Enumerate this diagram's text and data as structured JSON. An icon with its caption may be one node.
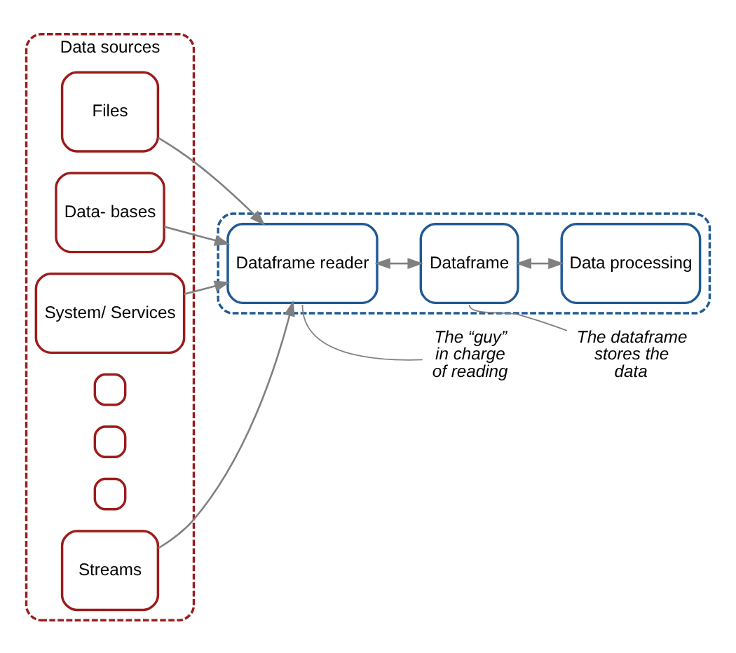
{
  "diagram": {
    "nodes": [
      {
        "text": [
          "Data sources"
        ]
      },
      {
        "text": [
          "Files"
        ],
        "in": 0
      },
      {
        "text": [
          "Data- bases"
        ],
        "in": 0
      },
      {
        "text": [
          "System/ Services"
        ],
        "in": 0
      },
      {
        "text": [],
        "shape": "box",
        "in": 0
      },
      {
        "text": [],
        "shape": "box",
        "in": 0
      },
      {
        "text": [],
        "shape": "box",
        "in": 0
      },
      {
        "text": [
          "Streams"
        ],
        "in": 0
      },
      {
        "text": [],
        "shape": "box"
      },
      {
        "text": [
          "Dataframe reader"
        ],
        "in": 8
      },
      {
        "text": [
          "Dataframe"
        ],
        "in": 8
      },
      {
        "text": [
          "Data processing"
        ],
        "in": 8
      },
      {
        "text": [
          "The “guy” in charge of reading"
        ]
      },
      {
        "text": [
          "The dataframe stores the data"
        ]
      }
    ],
    "edges": [
      {
        "from": 1,
        "to": 9,
        "arrow": "to"
      },
      {
        "from": 2,
        "to": 9,
        "arrow": "to"
      },
      {
        "from": 3,
        "to": 9,
        "arrow": "to"
      },
      {
        "from": 7,
        "to": 9,
        "arrow": "to"
      },
      {
        "from": 9,
        "to": 10,
        "arrow": "both"
      },
      {
        "from": 10,
        "to": 11,
        "arrow": "both"
      },
      {
        "from": 12,
        "to": 9,
        "arrow": "none"
      },
      {
        "from": 13,
        "to": 10,
        "arrow": "none"
      }
    ]
  }
}
